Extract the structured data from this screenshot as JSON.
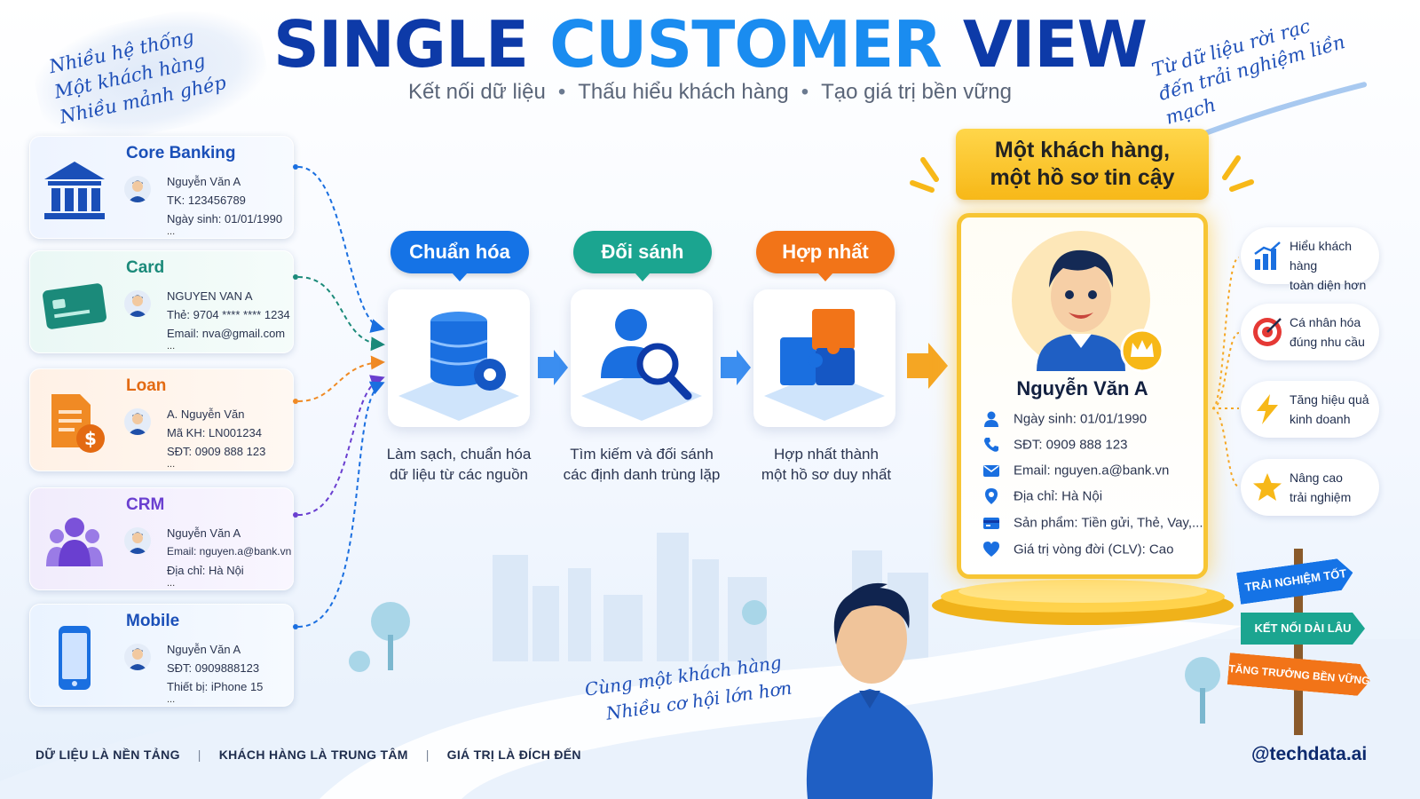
{
  "header": {
    "title_part1": "SINGLE",
    "title_part2": "CUSTOMER",
    "title_part3": "VIEW",
    "subtitle_items": [
      "Kết nối dữ liệu",
      "Thấu hiểu khách hàng",
      "Tạo giá trị bền vững"
    ]
  },
  "notes": {
    "left": [
      "Nhiều hệ thống",
      "Một khách hàng",
      "Nhiều mảnh ghép"
    ],
    "right": [
      "Từ dữ liệu rời rạc",
      "đến trải nghiệm liền mạch"
    ],
    "bottom": [
      "Cùng một khách hàng",
      "Nhiều cơ hội lớn hơn"
    ]
  },
  "sources": [
    {
      "title": "Core Banking",
      "color": "#1a4fb8",
      "lines": [
        "Nguyễn Văn A",
        "TK: 123456789",
        "Ngày sinh: 01/01/1990"
      ],
      "more": "...",
      "icon": "bank-icon"
    },
    {
      "title": "Card",
      "color": "#1b8a7a",
      "lines": [
        "NGUYEN VAN A",
        "Thẻ: 9704 **** **** 1234",
        "Email: nva@gmail.com"
      ],
      "more": "...",
      "icon": "credit-card-icon"
    },
    {
      "title": "Loan",
      "color": "#e36a12",
      "lines": [
        "A. Nguyễn Văn",
        "Mã KH: LN001234",
        "SĐT: 0909 888 123"
      ],
      "more": "...",
      "icon": "loan-document-icon"
    },
    {
      "title": "CRM",
      "color": "#6a3fd0",
      "lines": [
        "Nguyễn Văn A",
        "Email: nguyen.a@bank.vn",
        "Địa chỉ: Hà Nội"
      ],
      "more": "...",
      "icon": "people-group-icon"
    },
    {
      "title": "Mobile",
      "color": "#1a4fb8",
      "lines": [
        "Nguyễn Văn A",
        "SĐT: 0909888123",
        "Thiết bị: iPhone 15"
      ],
      "more": "...",
      "icon": "smartphone-icon"
    }
  ],
  "steps": [
    {
      "label": "Chuẩn hóa",
      "desc": [
        "Làm sạch, chuẩn hóa",
        "dữ liệu từ các nguồn"
      ],
      "icon": "database-gear-icon"
    },
    {
      "label": "Đối sánh",
      "desc": [
        "Tìm kiếm và đối sánh",
        "các định danh trùng lặp"
      ],
      "icon": "user-search-icon"
    },
    {
      "label": "Hợp nhất",
      "desc": [
        "Hợp nhất thành",
        "một hồ sơ duy nhất"
      ],
      "icon": "puzzle-icon"
    }
  ],
  "profile": {
    "ribbon": [
      "Một khách hàng,",
      "một hồ sơ tin cậy"
    ],
    "name": "Nguyễn Văn A",
    "fields": [
      {
        "icon": "person-icon",
        "text": "Ngày sinh: 01/01/1990"
      },
      {
        "icon": "phone-icon",
        "text": "SĐT: 0909 888 123"
      },
      {
        "icon": "mail-icon",
        "text": "Email: nguyen.a@bank.vn"
      },
      {
        "icon": "location-pin-icon",
        "text": "Địa chỉ: Hà Nội"
      },
      {
        "icon": "card-icon",
        "text": "Sản phẩm: Tiền gửi, Thẻ, Vay,..."
      },
      {
        "icon": "heart-icon",
        "text": "Giá trị vòng đời (CLV): Cao"
      }
    ]
  },
  "benefits": [
    {
      "icon": "bar-chart-icon",
      "lines": [
        "Hiểu khách hàng",
        "toàn diện hơn"
      ]
    },
    {
      "icon": "target-icon",
      "lines": [
        "Cá nhân hóa",
        "đúng nhu cầu"
      ]
    },
    {
      "icon": "lightning-icon",
      "lines": [
        "Tăng hiệu quả",
        "kinh doanh"
      ]
    },
    {
      "icon": "star-icon",
      "lines": [
        "Nâng cao",
        "trải nghiệm"
      ]
    }
  ],
  "signs": [
    "TRẢI NGHIỆM TỐT HƠN",
    "KẾT NỐI DÀI LÂU",
    "TĂNG TRƯỞNG BỀN VỮNG"
  ],
  "footer": {
    "items": [
      "DỮ LIỆU LÀ NỀN TẢNG",
      "KHÁCH HÀNG LÀ TRUNG TÂM",
      "GIÁ TRỊ LÀ ĐÍCH ĐẾN"
    ],
    "handle": "@techdata.ai"
  },
  "colors": {
    "primary_blue": "#0d3aa8",
    "accent_blue": "#1a8cf0",
    "teal": "#1ba590",
    "orange": "#f27418",
    "gold": "#f7c534"
  }
}
